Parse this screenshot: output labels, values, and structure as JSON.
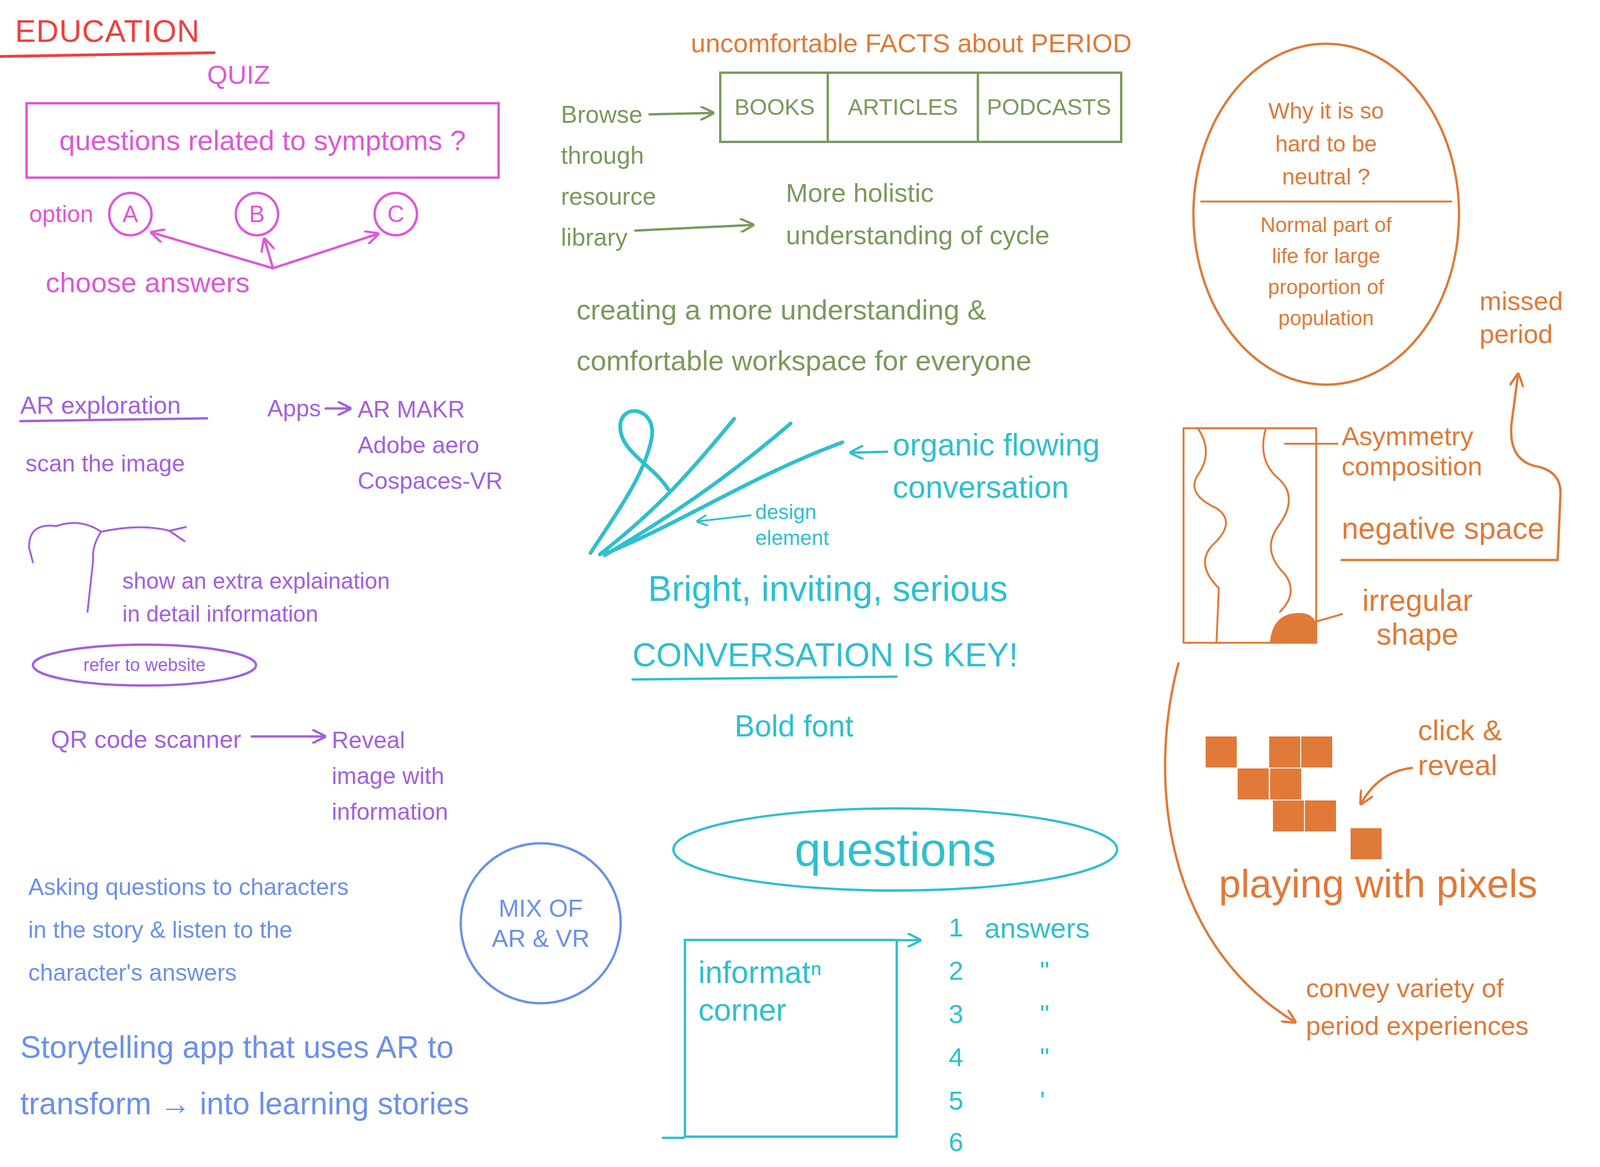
{
  "diagram": {
    "title": "EDUCATION",
    "nodes": [
      {
        "text": [
          "QUIZ",
          "questions related to symptoms ?"
        ]
      },
      {
        "text": [
          "A"
        ]
      },
      {
        "text": [
          "B"
        ]
      },
      {
        "text": [
          "C"
        ]
      },
      {
        "text": [
          "refer to website"
        ]
      },
      {
        "text": [
          "MIX OF AR & VR"
        ]
      },
      {
        "text": [
          "uncomfortable FACTS about PERIOD",
          "BOOKS",
          "ARTICLES",
          "PODCASTS"
        ]
      },
      {
        "text": [
          "Why it is so hard to be neutral ?",
          "Normal part of life for large proportion of population"
        ]
      },
      {
        "text": [
          "questions"
        ]
      },
      {
        "text": [
          "informatⁿ corner"
        ]
      }
    ],
    "labels": [
      "option",
      "choose answers",
      "AR exploration",
      "scan the image",
      "Apps",
      "AR MAKR Adobe aero Cospaces-VR",
      "show an extra explaination in detail information",
      "QR code scanner",
      "Reveal image with information",
      "Asking questions to characters in the story & listen to the character's answers",
      "Storytelling app that uses AR to transform → into learning stories",
      "Browse through resource library",
      "More holistic understanding of cycle",
      "creating a more understanding & comfortable workspace for everyone",
      "organic flowing conversation",
      "design element",
      "Bright, inviting, serious",
      "CONVERSATION IS KEY!",
      "Bold font",
      "answers",
      "1",
      "2",
      "\"",
      "3",
      "\"",
      "4",
      "\"",
      "5",
      "'",
      "6",
      "missed period",
      "Asymmetry composition",
      "negative space",
      "irregular shape",
      "click & reveal",
      "playing with pixels",
      "convey variety of period experiences"
    ]
  }
}
